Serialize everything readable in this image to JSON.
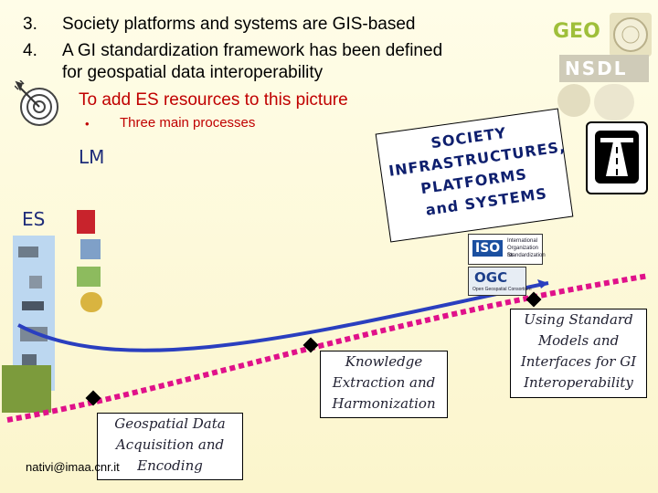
{
  "items": [
    {
      "number": "3.",
      "text": "Society platforms and systems are GIS-based"
    },
    {
      "number": "4.",
      "text": "A GI standardization framework has been defined",
      "text2": "for geospatial data interoperability"
    }
  ],
  "subitem": "To add ES resources to this picture",
  "bullet": "Three main processes",
  "labels": {
    "lm": "LM",
    "es": "ES"
  },
  "society_lines": [
    "SOCIETY",
    "INFRASTRUCTURES,",
    "PLATFORMS",
    "and SYSTEMS"
  ],
  "logos": {
    "geo": "GEO",
    "nsdl": "NSDL",
    "iso": "ISO",
    "iso_text": [
      "International",
      "Organization for",
      "Standardization"
    ],
    "ogc": "OGC",
    "ogc_sub": "Open Geospatial Consortium"
  },
  "processes": [
    {
      "lines": [
        "Geospatial Data",
        "Acquisition and",
        "Encoding"
      ]
    },
    {
      "lines": [
        "Knowledge",
        "Extraction and",
        "Harmonization"
      ]
    },
    {
      "lines": [
        "Using Standard",
        "Models and",
        "Interfaces for GI",
        "Interoperability"
      ]
    }
  ],
  "credit": "nativi@imaa.cnr.it",
  "colors": {
    "accent_red": "#c00000",
    "dark_blue": "#1f2d7a",
    "magenta": "#e0118a",
    "blue_arrow": "#2a3fbf"
  }
}
